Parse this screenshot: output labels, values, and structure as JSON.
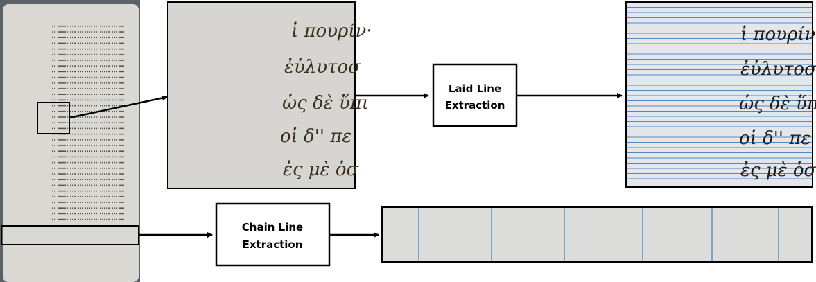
{
  "diagram": {
    "laid_step": {
      "line1": "Laid Line",
      "line2": "Extraction"
    },
    "chain_step": {
      "line1": "Chain Line",
      "line2": "Extraction"
    },
    "handwriting": [
      "ἰ πoυρίν·",
      "ἐὐλυτοσ",
      "ὡς δὲ ὕπι",
      "οἱ δ'' πε",
      "ἐς μὲ ὁσ"
    ],
    "colors": {
      "page_background": "#5c6068",
      "parchment": "#d9d8d2",
      "extracted_line": "#3b7fc4",
      "box_border": "#000000"
    }
  }
}
